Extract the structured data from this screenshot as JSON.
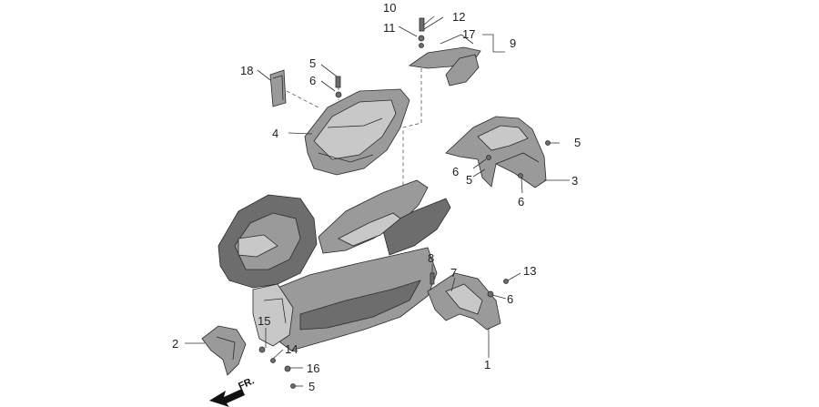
{
  "callouts": {
    "c1": "1",
    "c2": "2",
    "c3": "3",
    "c4": "4",
    "c5a": "5",
    "c5b": "5",
    "c5c": "5",
    "c5d": "5",
    "c6a": "6",
    "c6b": "6",
    "c6c": "6",
    "c6d": "6",
    "c7": "7",
    "c8": "8",
    "c9": "9",
    "c10": "10",
    "c11": "11",
    "c12": "12",
    "c13": "13",
    "c14": "14",
    "c15": "15",
    "c16": "16",
    "c17": "17",
    "c18": "18"
  },
  "front_marker": {
    "label": "FR."
  }
}
